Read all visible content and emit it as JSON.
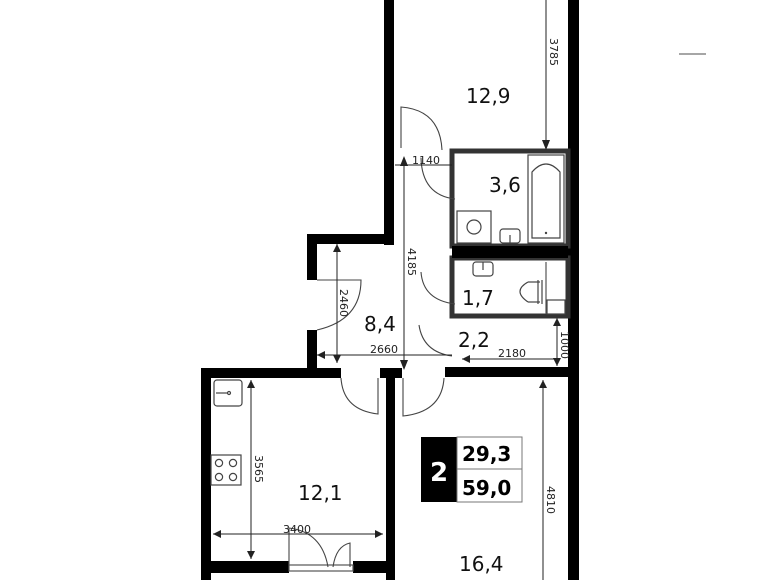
{
  "plan": {
    "rooms": [
      {
        "id": "room-bedroom",
        "label": "12,9"
      },
      {
        "id": "room-bathroom",
        "label": "3,6"
      },
      {
        "id": "room-toilet",
        "label": "1,7"
      },
      {
        "id": "room-hall",
        "label": "8,4"
      },
      {
        "id": "room-corridor",
        "label": "2,2"
      },
      {
        "id": "room-kitchen",
        "label": "12,1"
      },
      {
        "id": "room-living",
        "label": "16,4"
      }
    ],
    "dimensions": {
      "bedroom_height": "3785",
      "bath_door_width": "1140",
      "hall_length": "4185",
      "entrance_width": "2460",
      "hall_width": "2660",
      "corridor_width": "2180",
      "corridor_depth": "1000",
      "kitchen_depth": "3565",
      "kitchen_width": "3400",
      "living_depth": "4810"
    },
    "summary": {
      "room_count": "2",
      "living_area": "29,3",
      "total_area": "59,0"
    }
  },
  "colors": {
    "wall": "#000000",
    "badge_bg": "#000000",
    "background": "#ffffff"
  }
}
